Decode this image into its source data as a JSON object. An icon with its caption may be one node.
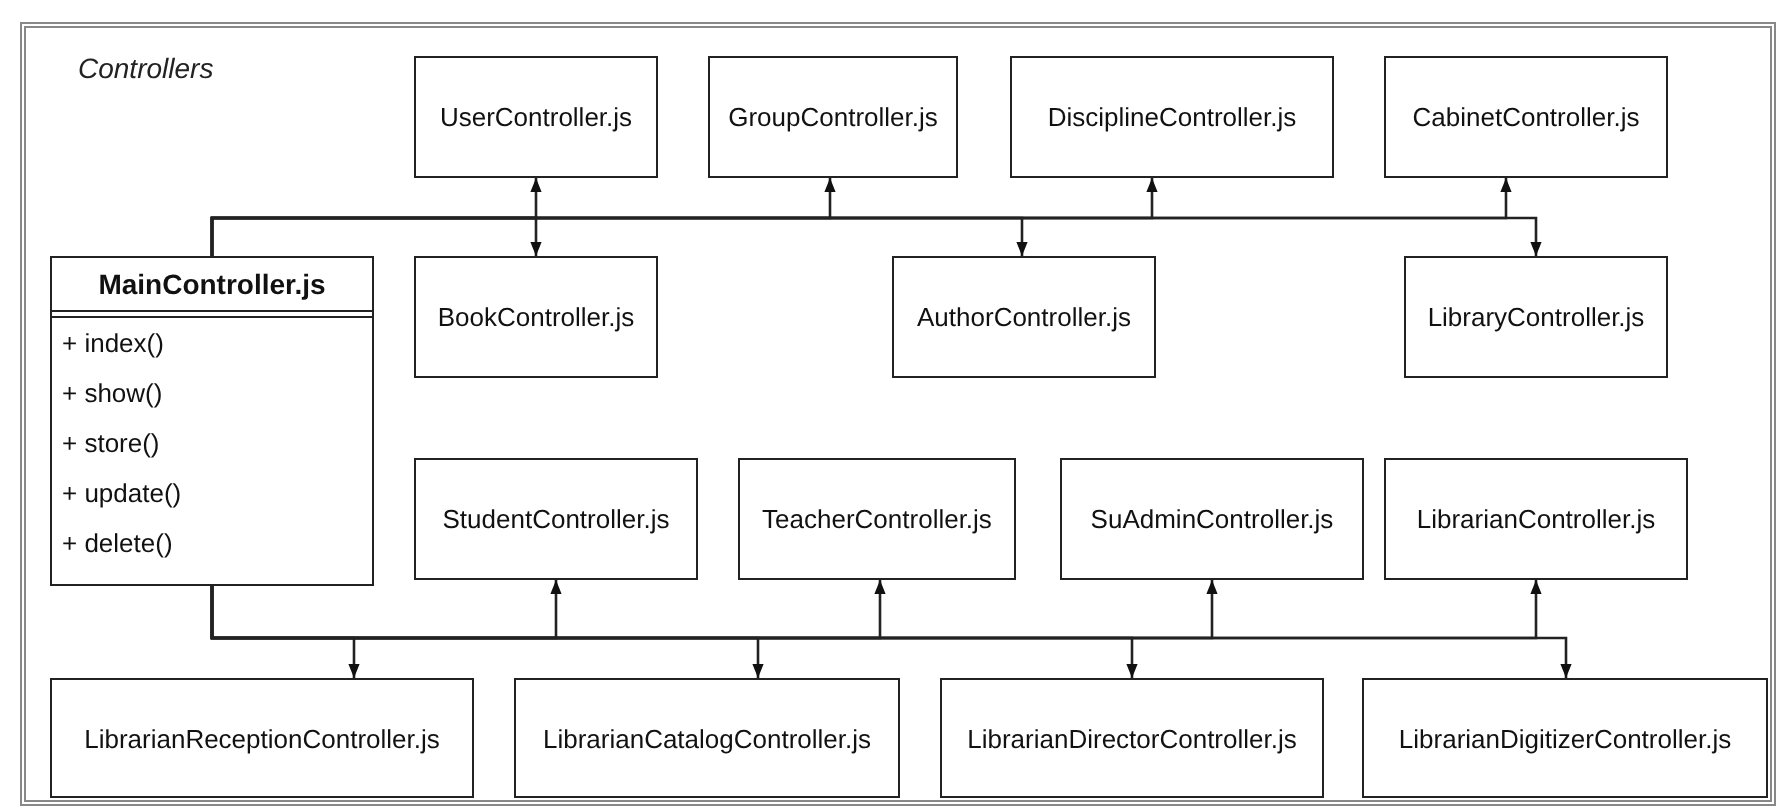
{
  "diagram": {
    "nodes": [
      {
        "text": [
          "Controllers"
        ]
      },
      {
        "text": [
          "UserController.js"
        ],
        "in": 0
      },
      {
        "text": [
          "GroupController.js"
        ],
        "in": 0
      },
      {
        "text": [
          "DisciplineController.js"
        ],
        "in": 0
      },
      {
        "text": [
          "CabinetController.js"
        ],
        "in": 0
      },
      {
        "text": [
          "MainController.js",
          "+ index()",
          "+ show()",
          "+ store()",
          "+ update()",
          "+ delete()"
        ],
        "in": 0
      },
      {
        "text": [
          "BookController.js"
        ],
        "in": 0
      },
      {
        "text": [
          "AuthorController.js"
        ],
        "in": 0
      },
      {
        "text": [
          "LibraryController.js"
        ],
        "in": 0
      },
      {
        "text": [
          "StudentController.js"
        ],
        "in": 0
      },
      {
        "text": [
          "TeacherController.js"
        ],
        "in": 0
      },
      {
        "text": [
          "SuAdminController.js"
        ],
        "in": 0
      },
      {
        "text": [
          "LibrarianController.js"
        ],
        "in": 0
      },
      {
        "text": [
          "LibrarianReceptionController.js"
        ],
        "in": 0
      },
      {
        "text": [
          "LibrarianCatalogController.js"
        ],
        "in": 0
      },
      {
        "text": [
          "LibrarianDirectorController.js"
        ],
        "in": 0
      },
      {
        "text": [
          "LibrarianDigitizerController.js"
        ],
        "in": 0
      }
    ],
    "edges": [
      {
        "from": 5,
        "to": 1,
        "arrow": "to"
      },
      {
        "from": 5,
        "to": 2,
        "arrow": "to"
      },
      {
        "from": 5,
        "to": 3,
        "arrow": "to"
      },
      {
        "from": 5,
        "to": 4,
        "arrow": "to"
      },
      {
        "from": 5,
        "to": 6,
        "arrow": "to"
      },
      {
        "from": 5,
        "to": 7,
        "arrow": "to"
      },
      {
        "from": 5,
        "to": 8,
        "arrow": "to"
      },
      {
        "from": 5,
        "to": 9,
        "arrow": "to"
      },
      {
        "from": 5,
        "to": 10,
        "arrow": "to"
      },
      {
        "from": 5,
        "to": 11,
        "arrow": "to"
      },
      {
        "from": 5,
        "to": 12,
        "arrow": "to"
      },
      {
        "from": 5,
        "to": 13,
        "arrow": "to"
      },
      {
        "from": 5,
        "to": 14,
        "arrow": "to"
      },
      {
        "from": 5,
        "to": 15,
        "arrow": "to"
      },
      {
        "from": 5,
        "to": 16,
        "arrow": "to"
      }
    ]
  }
}
